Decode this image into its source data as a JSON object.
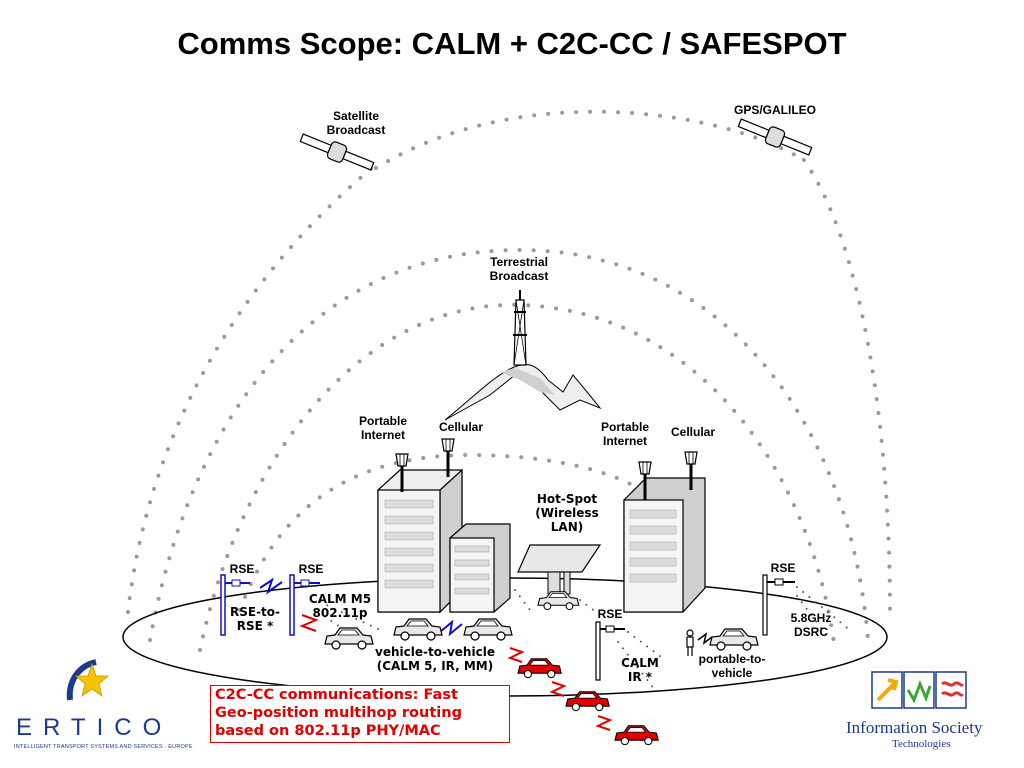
{
  "title": "Comms Scope: CALM + C2C-CC / SAFESPOT",
  "labels": {
    "satellite_broadcast": [
      "Satellite",
      "Broadcast"
    ],
    "gps_galileo": "GPS/GALILEO",
    "terrestrial_broadcast": [
      "Terrestrial",
      "Broadcast"
    ],
    "portable_internet_left": [
      "Portable",
      "Internet"
    ],
    "cellular_left": "Cellular",
    "portable_internet_right": [
      "Portable",
      "Internet"
    ],
    "cellular_right": "Cellular",
    "hot_spot": [
      "Hot-Spot",
      "(Wireless",
      "LAN)"
    ],
    "rse_1": "RSE",
    "rse_2": "RSE",
    "rse_3": "RSE",
    "rse_4": "RSE",
    "rse_to_rse": [
      "RSE-to-",
      "RSE *"
    ],
    "calm_m5": [
      "CALM M5",
      "802.11p"
    ],
    "vehicle_to_vehicle": [
      "vehicle-to-vehicle",
      "(CALM 5, IR, MM)"
    ],
    "calm_ir": [
      "CALM",
      "IR *"
    ],
    "dsrc": [
      "5.8GHz",
      "DSRC"
    ],
    "portable_to_vehicle": [
      "portable-to-",
      "vehicle"
    ]
  },
  "c2c_box": [
    "C2C-CC communications: Fast",
    "Geo-position multihop routing",
    "based on 802.11p PHY/MAC"
  ],
  "logos": {
    "ertico_word": "ERTICO",
    "ertico_tagline": "INTELLIGENT TRANSPORT SYSTEMS AND SERVICES · EUROPE",
    "ist_line1": "Information Society",
    "ist_line2": "Technologies"
  },
  "colors": {
    "link_blue": "#1010c8",
    "link_red": "#e00000",
    "car_red": "#e00000",
    "dots": "#9a9a9a",
    "ertico_blue": "#1b3a8c",
    "star_yellow": "#f5c400"
  }
}
